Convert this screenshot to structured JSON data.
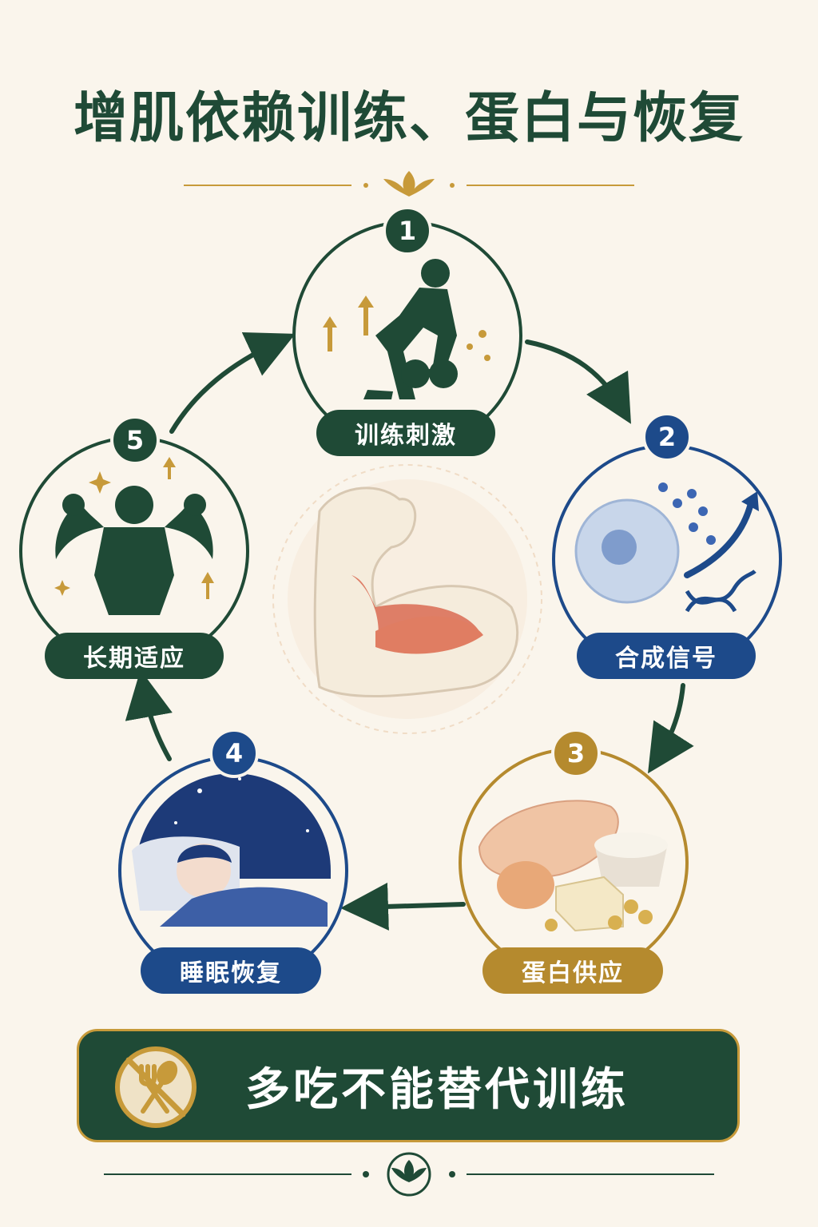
{
  "title": "增肌依赖训练、蛋白与恢复",
  "steps": [
    {
      "number": "1",
      "label": "训练刺激",
      "color": "#1f4a36"
    },
    {
      "number": "2",
      "label": "合成信号",
      "color": "#1d4a8a"
    },
    {
      "number": "3",
      "label": "蛋白供应",
      "color": "#b58a2e"
    },
    {
      "number": "4",
      "label": "睡眠恢复",
      "color": "#1d4a8a"
    },
    {
      "number": "5",
      "label": "长期适应",
      "color": "#1f4a36"
    }
  ],
  "banner": {
    "text": "多吃不能替代训练",
    "icon": "no-fork-spoon-icon"
  },
  "colors": {
    "accent_green": "#1f4a36",
    "accent_blue": "#1d4a8a",
    "accent_gold": "#c79a3a",
    "background": "#faf5ec"
  }
}
